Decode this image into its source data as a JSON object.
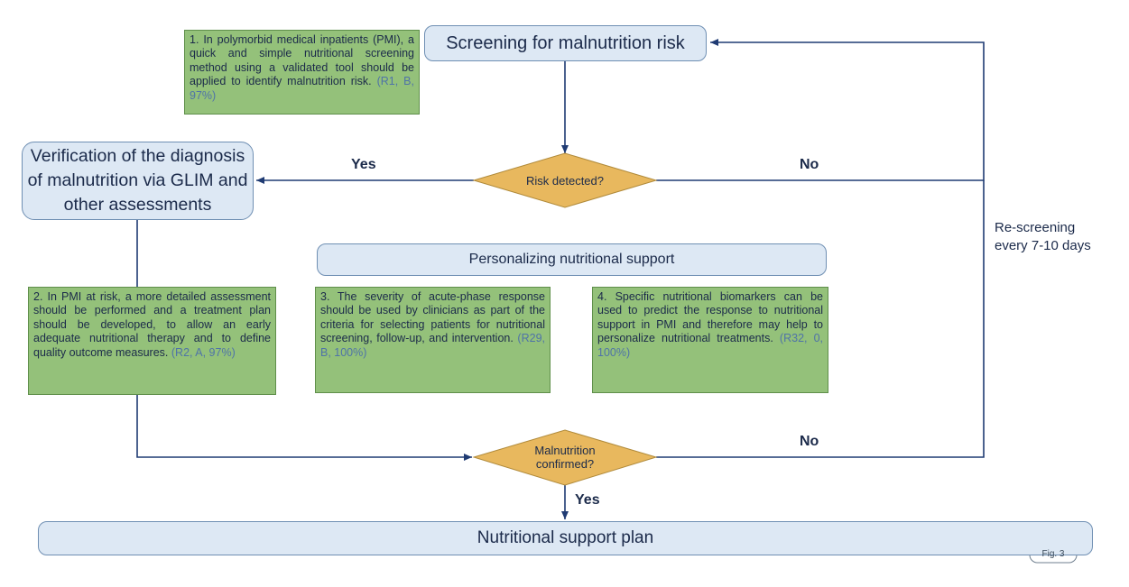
{
  "nodes": {
    "screening": "Screening for malnutrition risk",
    "verification": "Verification of the diagnosis of malnutrition via GLIM and other assessments",
    "personalizing": "Personalizing nutritional support",
    "risk_detected": "Risk detected?",
    "malnutrition_confirmed": "Malnutrition confirmed?",
    "support_plan": "Nutritional support plan"
  },
  "recommendations": [
    {
      "text": "1. In polymorbid medical inpatients (PMI), a quick and simple nutritional screening method using a validated tool should be applied to identify malnutrition risk.",
      "ref": "(R1, B, 97%)"
    },
    {
      "text": "2. In PMI at risk, a more detailed assessment should be performed and a treatment plan should be developed, to allow an early adequate nutritional therapy and to define quality outcome measures.",
      "ref": "(R2, A, 97%)"
    },
    {
      "text": "3. The severity of acute-phase response should be used by clinicians as part of the criteria for selecting patients for nutritional screening, follow-up, and intervention.",
      "ref": "(R29, B, 100%)"
    },
    {
      "text": "4. Specific nutritional biomarkers can be used to predict the response to nutritional support in PMI and therefore may help to personalize nutritional treatments.",
      "ref": "(R32, 0, 100%)"
    }
  ],
  "edges": {
    "yes_1": "Yes",
    "no_1": "No",
    "no_2": "No",
    "yes_2": "Yes"
  },
  "rescreening": "Re-screening every 7-10 days",
  "fig_label": "Fig. 3",
  "colors": {
    "blue_fill": "#dde8f4",
    "green_fill": "#94c17a",
    "diamond_fill": "#e8b85e",
    "line": "#1f3b73"
  }
}
